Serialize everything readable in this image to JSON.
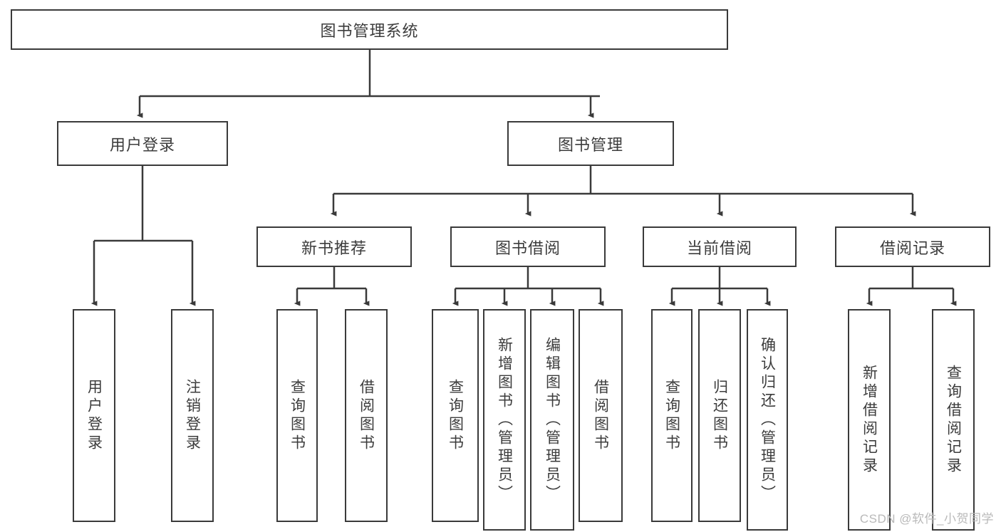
{
  "diagram": {
    "type": "tree",
    "title": "图书管理系统",
    "watermark": "CSDN @软件_小贺同学",
    "colors": {
      "border": "#3a3a3a",
      "text": "#3c3c3c",
      "background": "#ffffff",
      "watermark": "#b9b9b9"
    },
    "root": {
      "label": "图书管理系统"
    },
    "level1": [
      {
        "label": "用户登录"
      },
      {
        "label": "图书管理"
      }
    ],
    "level2": [
      {
        "label": "新书推荐"
      },
      {
        "label": "图书借阅"
      },
      {
        "label": "当前借阅"
      },
      {
        "label": "借阅记录"
      }
    ],
    "leaves": {
      "user_login": [
        {
          "label": "用户登录"
        },
        {
          "label": "注销登录"
        }
      ],
      "new_book_recommend": [
        {
          "label": "查询图书"
        },
        {
          "label": "借阅图书"
        }
      ],
      "book_borrow": [
        {
          "label": "查询图书"
        },
        {
          "label": "新增图书（管理员）"
        },
        {
          "label": "编辑图书（管理员）"
        },
        {
          "label": "借阅图书"
        }
      ],
      "current_borrow": [
        {
          "label": "查询图书"
        },
        {
          "label": "归还图书"
        },
        {
          "label": "确认归还（管理员）"
        }
      ],
      "borrow_record": [
        {
          "label": "新增借阅记录"
        },
        {
          "label": "查询借阅记录"
        }
      ]
    }
  }
}
